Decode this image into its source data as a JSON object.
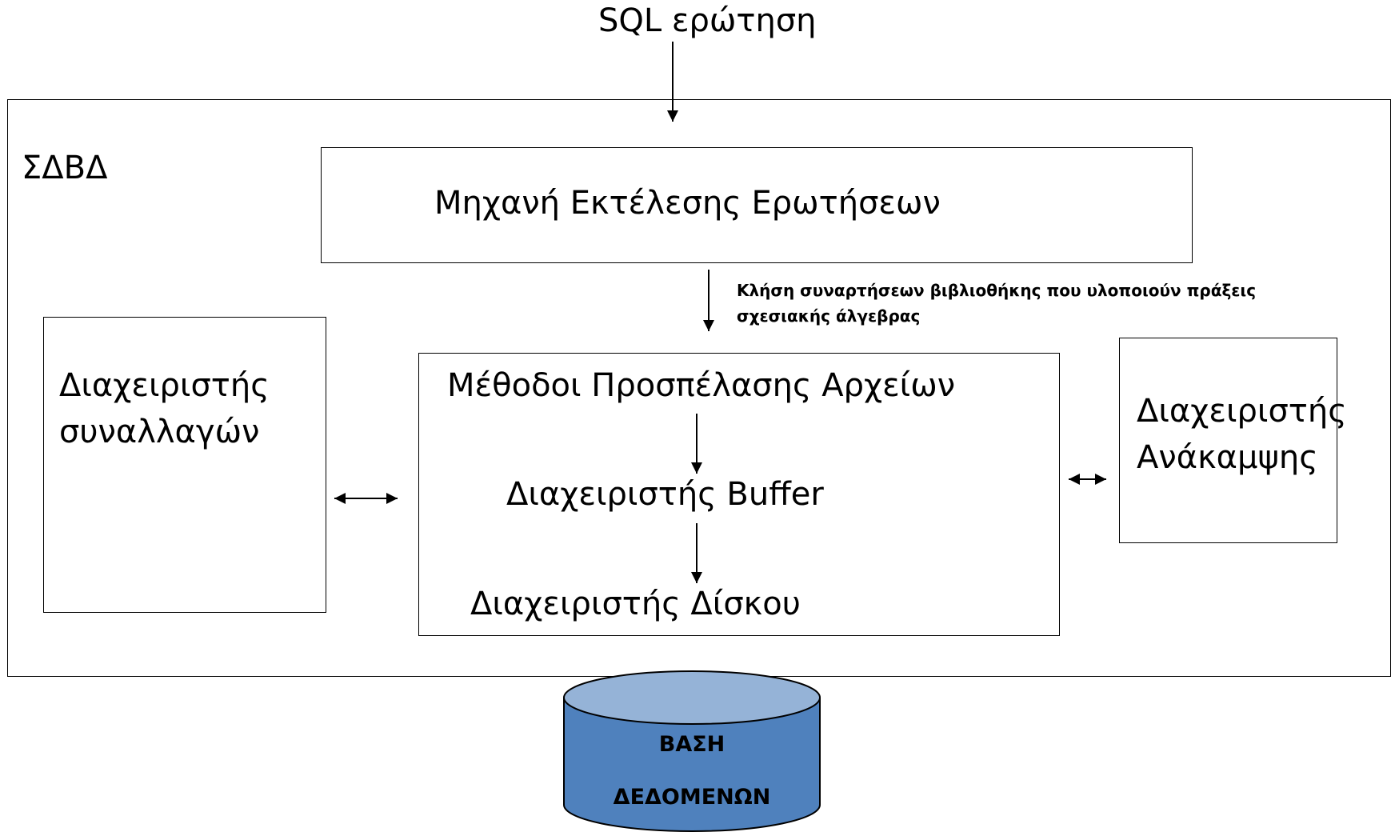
{
  "input_label": "SQL ερώτηση",
  "dbms_label": "ΣΔΒΔ",
  "query_engine": "Μηχανή Εκτέλεσης Ερωτήσεων",
  "library_call_note": [
    "Κλήση συναρτήσεων βιβλιοθήκης που υλοποιούν πράξεις",
    "σχεσιακής άλγεβρας"
  ],
  "transaction_manager": [
    "Διαχειριστής",
    "συναλλαγών"
  ],
  "recovery_manager": [
    "Διαχειριστής",
    "Ανάκαμψης"
  ],
  "file_access_methods": "Μέθοδοι Προσπέλασης Αρχείων",
  "buffer_manager": "Διαχειριστής Buffer",
  "disk_manager": "Διαχειριστής Δίσκου",
  "database": [
    "ΒΑΣΗ",
    "ΔΕΔΟΜΕΝΩΝ"
  ],
  "colors": {
    "db_fill": "#4f81bd",
    "db_top": "#95b3d7",
    "db_stroke": "#000000"
  }
}
